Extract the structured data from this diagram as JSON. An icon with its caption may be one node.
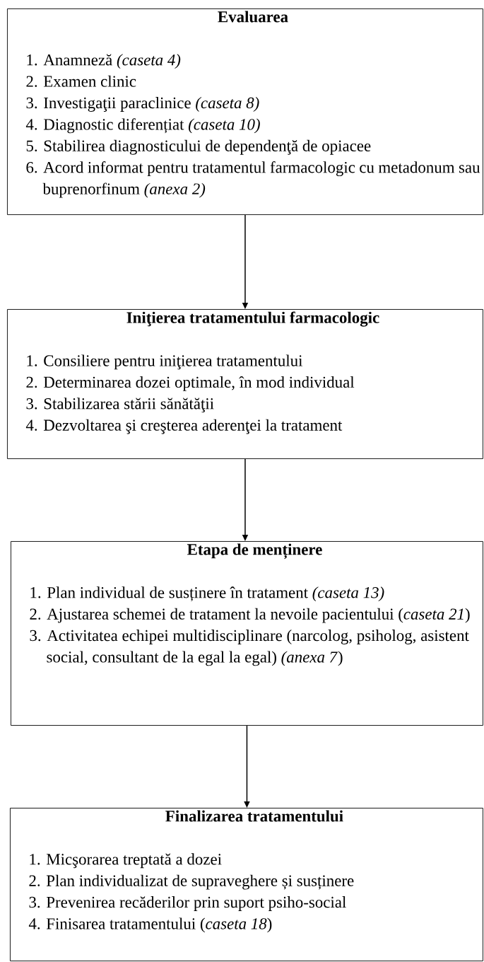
{
  "diagram": {
    "nodes": [
      {
        "text": [
          "Evaluarea",
          "1. Anamneză *(caseta 4)*",
          "2. Examen clinic",
          "3. Investigaţii paraclinice *(caseta 8)*",
          "4. Diagnostic diferențiat *(caseta 10)*",
          "5. Stabilirea diagnosticului de dependenţă de opiacee",
          "6. Acord informat pentru tratamentul farmacologic cu metadonum sau buprenorfinum *(anexa 2)*"
        ]
      },
      {
        "text": [
          "Iniţierea tratamentului farmacologic",
          "1. Consiliere pentru iniţierea tratamentului",
          "2. Determinarea dozei optimale, în mod individual",
          "3. Stabilizarea stării sănătăţii",
          "4. Dezvoltarea şi creşterea aderenţei la tratament"
        ]
      },
      {
        "text": [
          "Etapa de menținere",
          "1. Plan individual de susținere în tratament *(caseta 13)*",
          "2. Ajustarea schemei de tratament la nevoile pacientului (*caseta 21*)",
          "3. Activitatea echipei multidisciplinare (narcolog, psiholog, asistent social, consultant de la egal la egal) *(anexa 7*)"
        ]
      },
      {
        "text": [
          "Finalizarea tratamentului",
          "1. Micşorarea treptată a dozei",
          "2. Plan individualizat de supraveghere și susținere",
          "3. Prevenirea recăderilor prin suport psiho-social",
          "4. Finisarea tratamentului (*caseta 18*)"
        ]
      }
    ],
    "edges": [
      {
        "from": 0,
        "to": 1,
        "arrow": "to"
      },
      {
        "from": 1,
        "to": 2,
        "arrow": "to"
      },
      {
        "from": 2,
        "to": 3,
        "arrow": "to"
      }
    ]
  }
}
